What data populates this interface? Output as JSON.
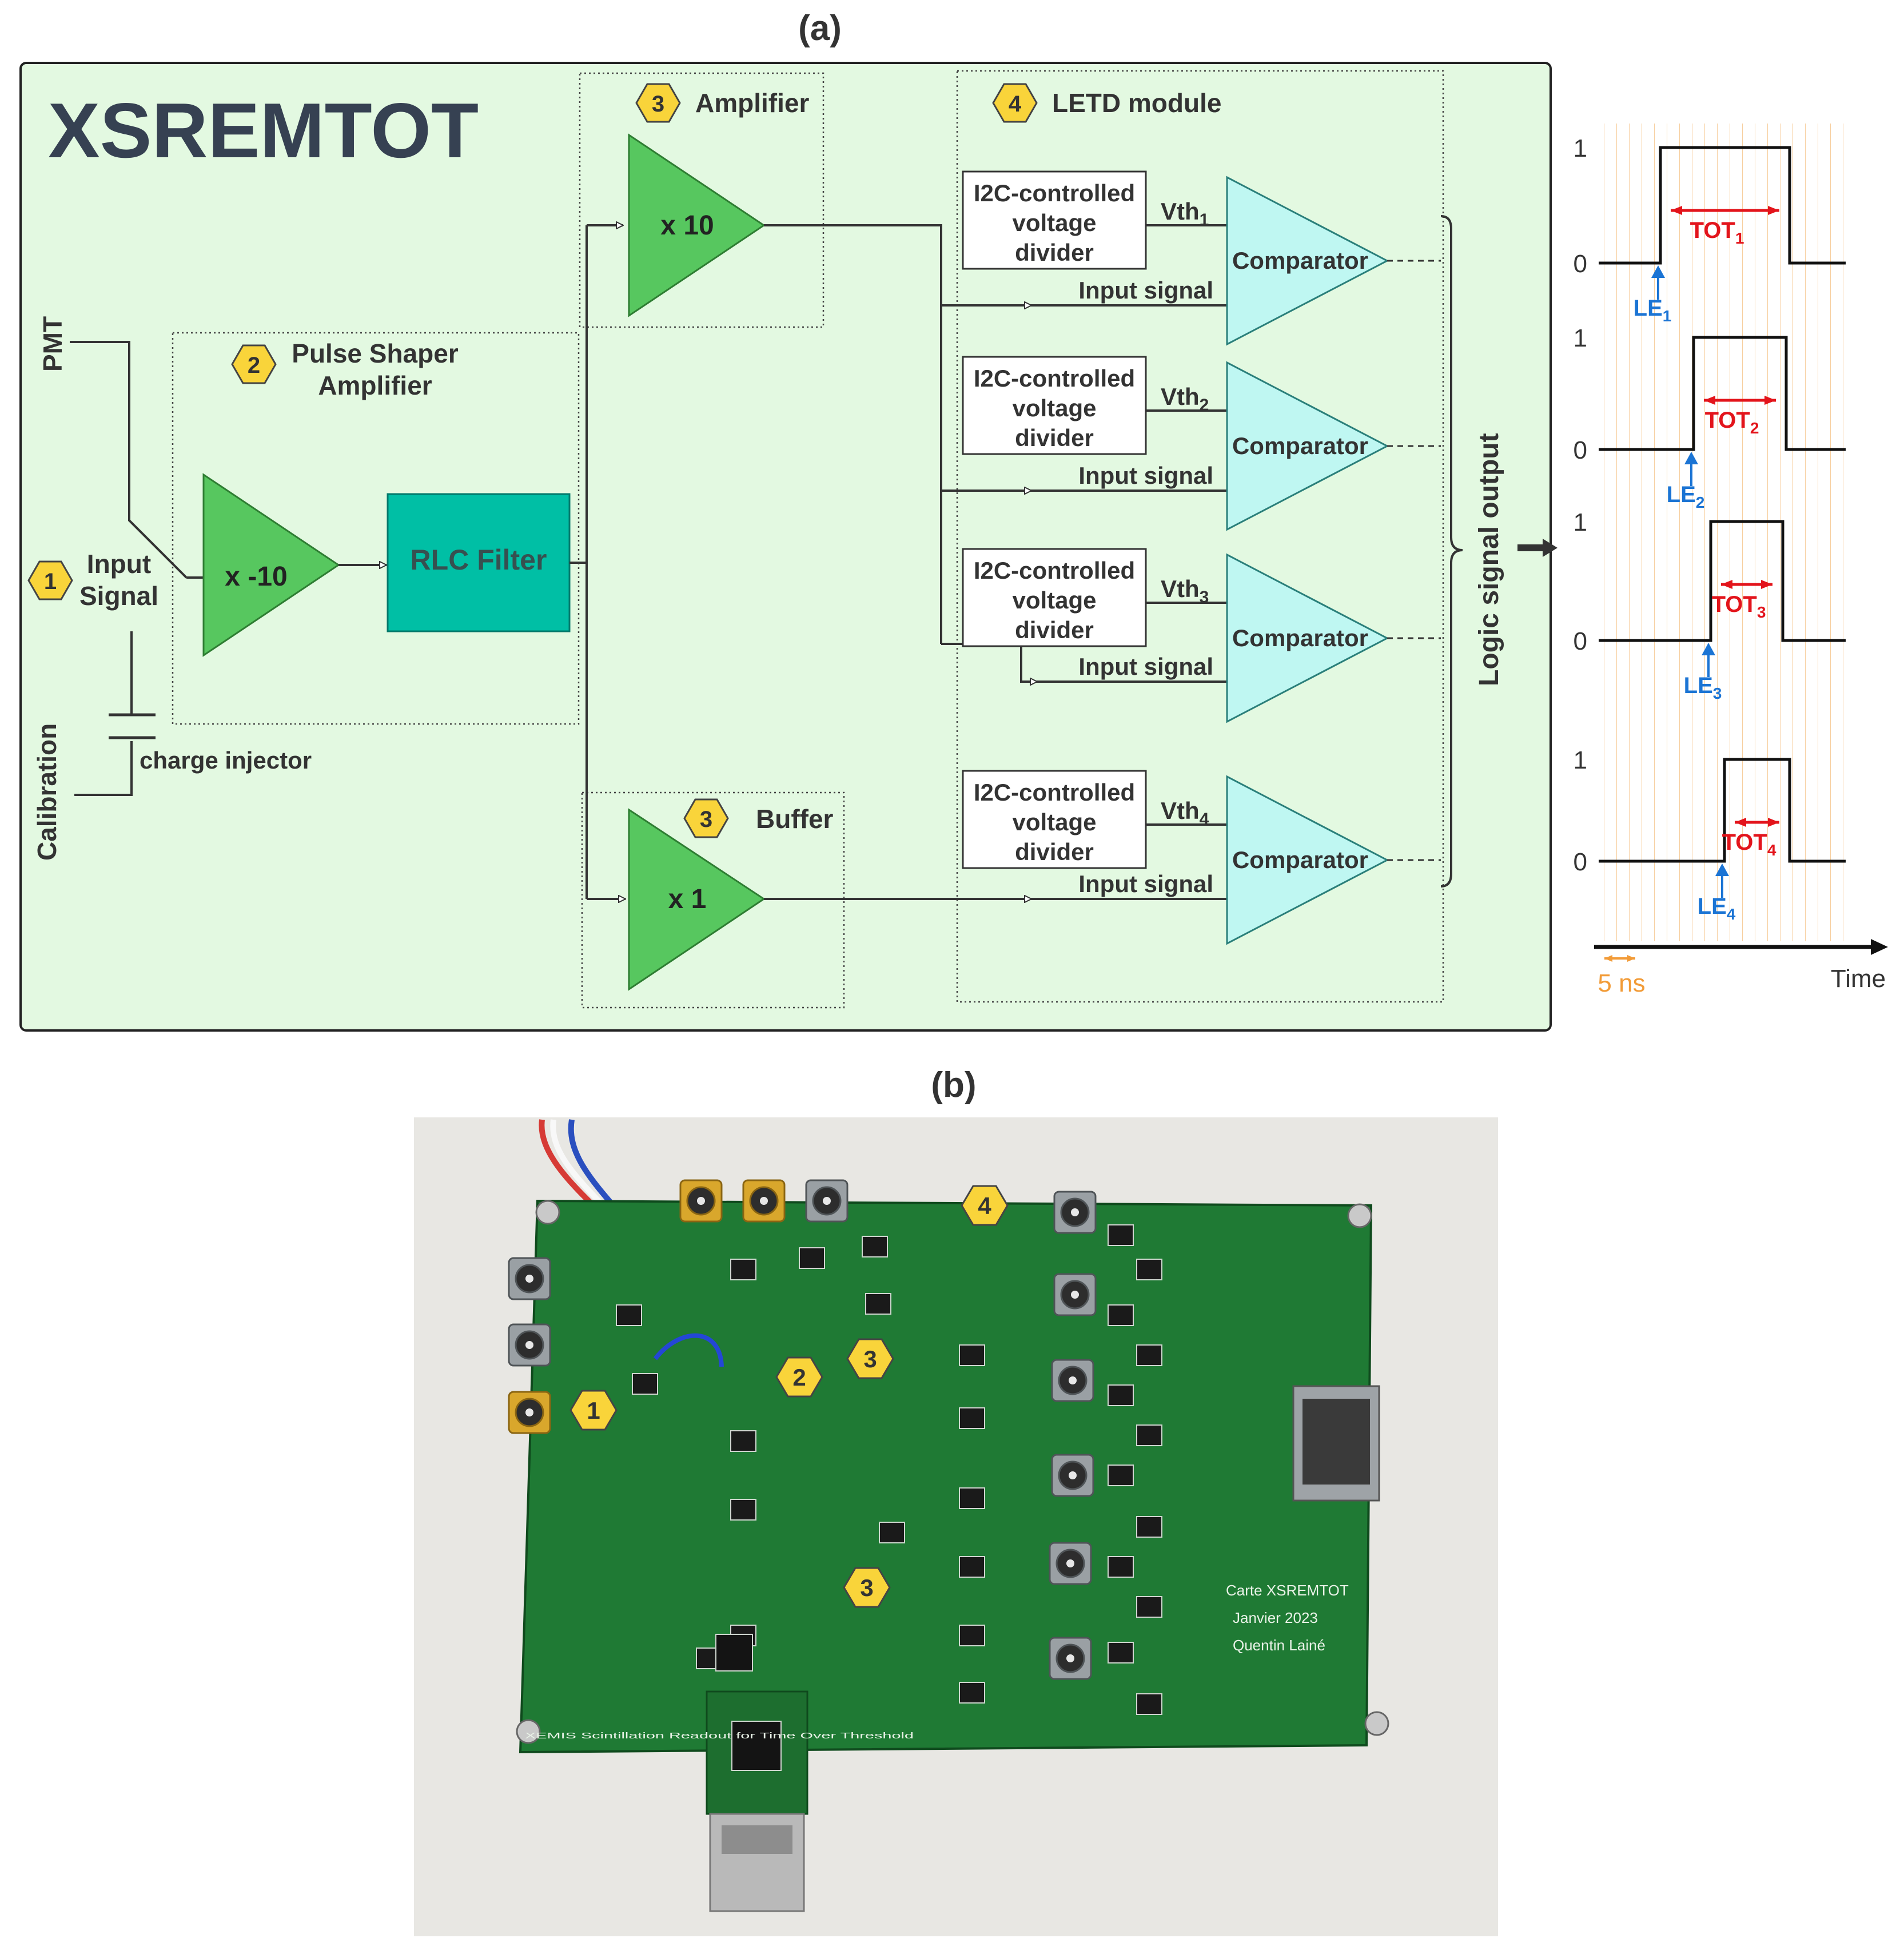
{
  "panel_a": {
    "label": "(a)",
    "board_title": "XSREMTOT",
    "inputs": {
      "pmt": "PMT",
      "calibration": "Calibration",
      "input_signal": [
        "Input",
        "Signal"
      ],
      "charge_injector": "charge injector"
    },
    "badges": {
      "n1": "1",
      "n2": "2",
      "n3": "3",
      "n4": "4"
    },
    "pulse_shaper": {
      "title": [
        "Pulse Shaper",
        "Amplifier"
      ],
      "gain": "x -10",
      "filter": "RLC Filter"
    },
    "amplifier": {
      "title": "Amplifier",
      "gain": "x 10"
    },
    "buffer": {
      "title": "Buffer",
      "gain": "x 1"
    },
    "letd": {
      "title": "LETD module",
      "divider": [
        "I2C-controlled",
        "voltage",
        "divider"
      ],
      "comparator": "Comparator",
      "input_signal": "Input signal",
      "vth": "Vth",
      "subscripts": [
        "1",
        "2",
        "3",
        "4"
      ]
    },
    "output_label": "Logic signal output",
    "timing": {
      "level_high": "1",
      "level_low": "0",
      "tot": "TOT",
      "le": "LE",
      "subscripts": [
        "1",
        "2",
        "3",
        "4"
      ],
      "scale": "5 ns",
      "axis": "Time"
    },
    "colors": {
      "board_bg": "#e3f9e1",
      "amp_green": "#57c75f",
      "rlc_teal": "#00bfa5",
      "comparator": "#bff7f2",
      "badge": "#f9d43a",
      "tot_red": "#e3141b",
      "le_blue": "#1b74d4",
      "scale_orange": "#f29b37"
    }
  },
  "panel_b": {
    "label": "(b)",
    "silkscreen": [
      "Carte XSREMTOT",
      "Janvier 2023",
      "Quentin Lainé"
    ],
    "footer_text": "XEMIS Scintillation Readout for Time Over Threshold",
    "badges": [
      "1",
      "2",
      "3",
      "3",
      "4"
    ],
    "colors": {
      "pcb": "#1f7a34",
      "pcb_dark": "#16652a",
      "background": "#e8e7e3"
    }
  }
}
